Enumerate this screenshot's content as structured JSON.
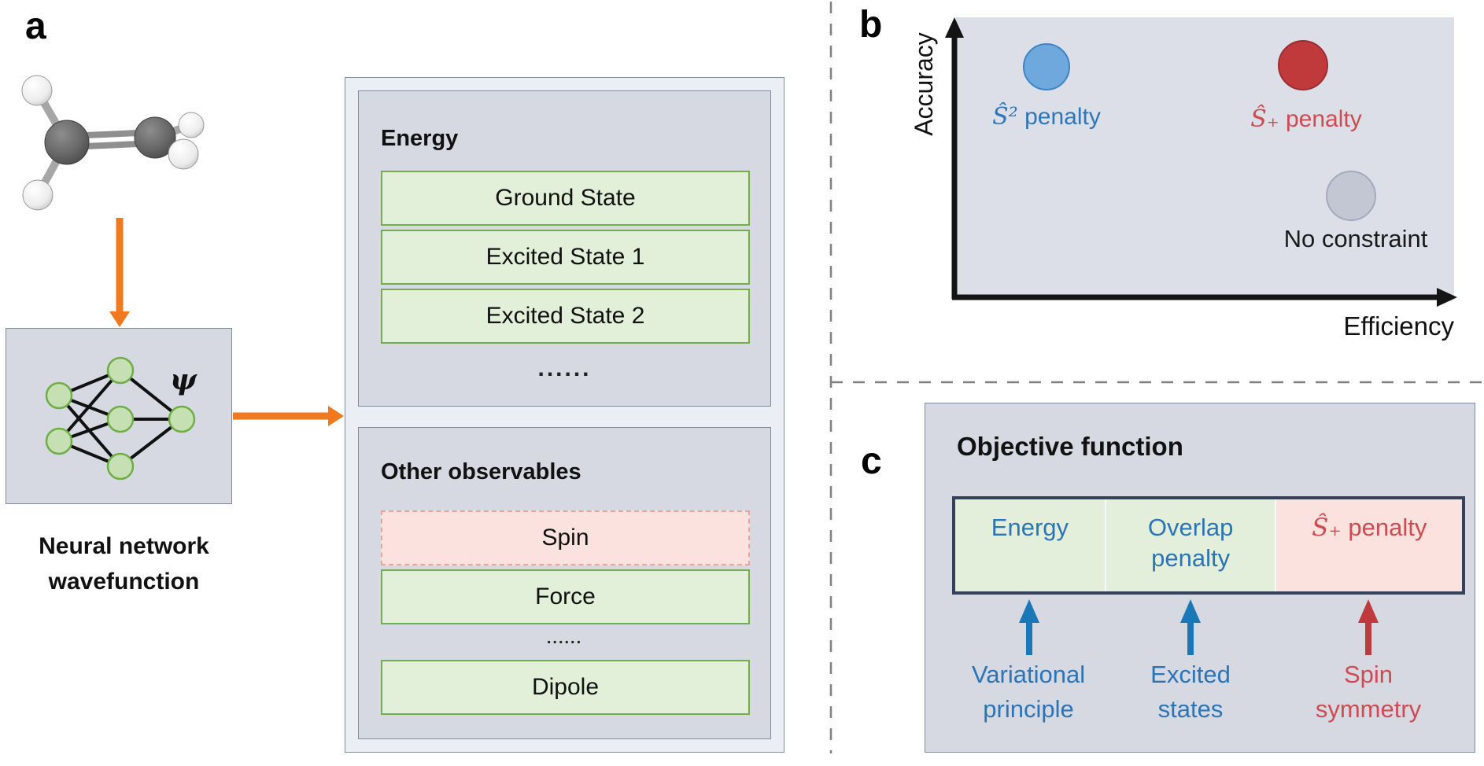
{
  "figure": {
    "panel_a": {
      "label": "a",
      "psi_symbol": "ψ",
      "caption": "Neural network wavefunction",
      "energy_panel": {
        "title": "Energy",
        "rows": [
          "Ground State",
          "Excited State 1",
          "Excited State 2"
        ],
        "ellipsis": "......"
      },
      "observables_panel": {
        "title": "Other observables",
        "row_spin": "Spin",
        "row_force": "Force",
        "row_dipole": "Dipole",
        "ellipsis": "......"
      }
    },
    "panel_b": {
      "label": "b",
      "y_axis_label": "Accuracy",
      "x_axis_label": "Efficiency",
      "points": [
        {
          "sym": "Ŝ²",
          "rest": " penalty",
          "fill": "#6fa8dc",
          "stroke": "#3d85c6",
          "label_color": "#2e77b8"
        },
        {
          "sym": "Ŝ₊",
          "rest": " penalty",
          "fill": "#c0393b",
          "stroke": "#9c2f31",
          "label_color": "#d04a50"
        },
        {
          "label": "No constraint",
          "fill": "#c2c7d3",
          "stroke": "#a4aabc",
          "label_color": "#1a1a1a"
        }
      ]
    },
    "panel_c": {
      "label": "c",
      "title": "Objective function",
      "segments": [
        {
          "text": "Energy"
        },
        {
          "text": "Overlap penalty"
        },
        {
          "sym": "Ŝ₊",
          "rest": " penalty"
        }
      ],
      "annotations": [
        {
          "text": "Variational principle"
        },
        {
          "text": "Excited states"
        },
        {
          "text": "Spin symmetry"
        }
      ]
    },
    "colors": {
      "accent_orange": "#f0791f",
      "panel_bg": "#d6d9e2",
      "outer_box_bg": "#eceef5",
      "green_fill": "#e2efd9",
      "green_border": "#72ae49",
      "pink_fill": "#fce2de",
      "pink_border": "#e7a49b",
      "blue_text": "#2a74b8",
      "red_text": "#cf4b52",
      "objective_bar_border": "#33415c",
      "dash_gray": "#808080",
      "node_fill": "#c6e0b4",
      "node_border": "#6fae45"
    }
  }
}
